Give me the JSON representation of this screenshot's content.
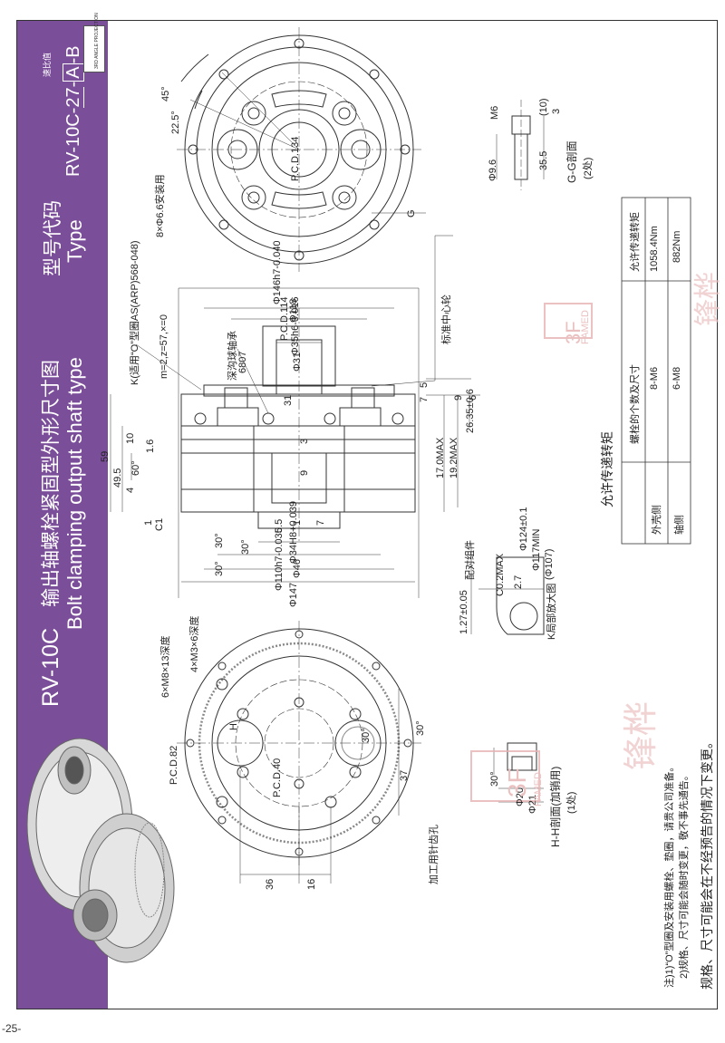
{
  "band": {
    "model": "RV-10C",
    "title_cn": "输出轴螺栓紧固型外形尺寸图",
    "title_en": "Bolt clamping output shaft type",
    "type_cn": "型号代码",
    "type_en": "Type",
    "type_code_a": "RV-10C-",
    "type_code_ratio": "27",
    "type_code_b": "-",
    "type_code_box": "A",
    "type_code_c": "-B",
    "ratio_label": "速比值"
  },
  "projection_label": "3RD ANGLE PROJECTION",
  "dims": {
    "d45": "45°",
    "d225": "22.5°",
    "pcd134": "P.C.D.134",
    "hole8x66": "8×Φ6.6安装用",
    "d146": "Φ146h7-0.040",
    "d118": "Φ118",
    "pcd114": "P.C.D.114",
    "d35": "Φ35h6-0.016",
    "d31": "Φ31",
    "bearing": "深沟球轴承",
    "bearing_no": "6807",
    "kpin": "K(适用“O”型圈AS(ARP)568-048)",
    "gear": "m=2,z=57,×=0",
    "center": "标准中心轮",
    "d59": "59",
    "d495": "49.5",
    "d10": "10",
    "d16": "1.6",
    "d4": "4",
    "d1": "1",
    "d60": "60°",
    "c1": "C1",
    "d30a": "30°",
    "d30b": "30°",
    "d30c": "30°",
    "d31v": "31",
    "d5": "5",
    "d7": "7",
    "d3": "3",
    "d9": "9",
    "d05": "0.5",
    "d1b": "1",
    "d7b": "7",
    "d2635": "26.35±0.6",
    "d17": "17.0MAX",
    "d192": "19.2MAX",
    "d34h8": "Φ34H8+0.039",
    "d46": "Φ46",
    "d110": "Φ110h7-0.035",
    "d147": "Φ147",
    "d6": "6",
    "d9b": "9",
    "gm6": "M6",
    "g10": "(10)",
    "g96": "Φ9.6",
    "g355": "35.5",
    "g3": "3",
    "gsec": "G-G剖面",
    "g2": "(2处)",
    "kasm": "配对组件",
    "k124": "Φ124±0.1",
    "k117": "Φ117MIN",
    "k107": "(Φ107)",
    "k02": "C0.2MAX",
    "k27": "2.7",
    "k127": "1.27±0.05",
    "kdetail": "K局部放大图",
    "b6xm8": "6×M8×13深度",
    "b4xm3": "4×M3×6深度",
    "b30": "30°",
    "bpcd40": "P.C.D.40",
    "bpcd82": "P.C.D.82",
    "b37": "37",
    "b36": "36",
    "b16": "16",
    "bpin": "加工用针齿孔",
    "b30b": "30°",
    "hsec": "H-H剖面(加销用)",
    "h1": "(1处)",
    "h20": "Φ20",
    "h21": "Φ21",
    "h30": "30°",
    "g_label": "G",
    "h_label": "H"
  },
  "torque_table": {
    "title": "允许传递转矩",
    "headers": [
      "",
      "螺栓的个数及尺寸",
      "允许传递转矩"
    ],
    "rows": [
      [
        "外壳侧",
        "8-M6",
        "1058.4Nm"
      ],
      [
        "轴侧",
        "6-M8",
        "882Nm"
      ]
    ]
  },
  "notes": {
    "line1": "注)1)“O”型圈及安装用螺栓、垫圈，请贵公司准备。",
    "line2": "2)规格、尺寸可能会随时变更，敬不事先通告。",
    "footer": "规格、尺寸可能会在不经预告的情况下变更。"
  },
  "watermark": {
    "brand": "锋桦",
    "en": "FAMED",
    "logo": "3F"
  },
  "page_number": "-25-",
  "colors": {
    "band": "#7b4e99",
    "line": "#333333",
    "watermark": "#e7b2b2"
  }
}
